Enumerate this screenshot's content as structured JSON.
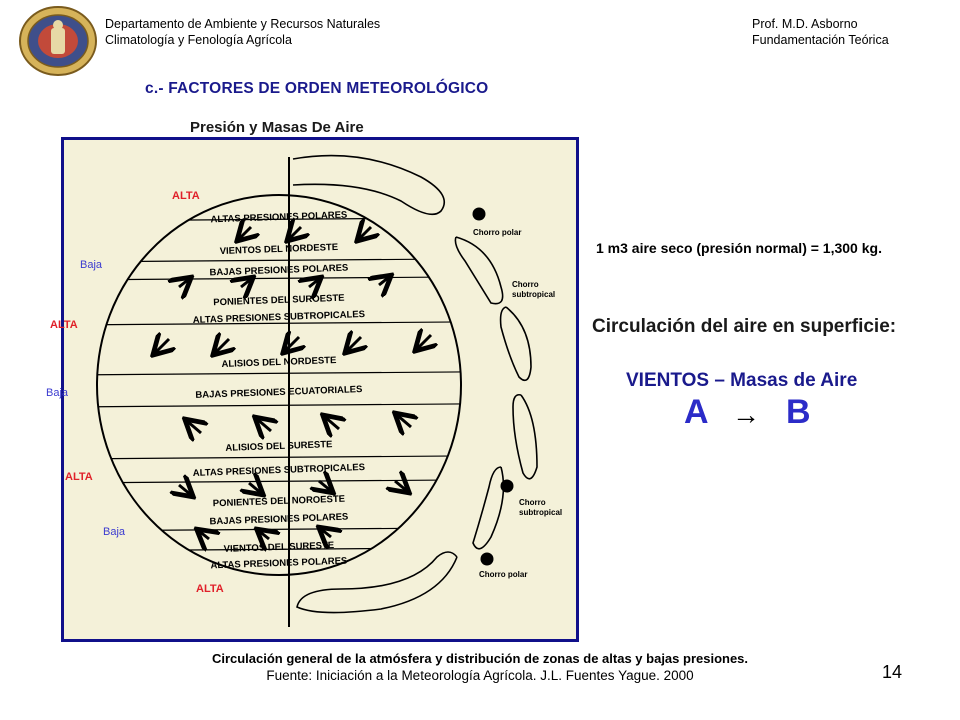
{
  "header": {
    "dept_line1": "Departamento de Ambiente y Recursos Naturales",
    "dept_line2": "Climatología y Fenología Agrícola",
    "prof_line1": "Prof. M.D. Asborno",
    "prof_line2": "Fundamentación Teórica"
  },
  "title": "c.- FACTORES DE ORDEN METEOROLÓGICO",
  "subtitle": "Presión y Masas De Aire",
  "side_labels": {
    "alta_1": "ALTA",
    "baja_1": "Baja",
    "alta_2": "ALTA",
    "baja_2": "Baja",
    "alta_3": "ALTA",
    "baja_3": "Baja",
    "alta_4": "ALTA"
  },
  "globe": {
    "bands": [
      "ALTAS PRESIONES POLARES",
      "VIENTOS DEL NORDESTE",
      "BAJAS PRESIONES POLARES",
      "PONIENTES DEL SUROESTE",
      "ALTAS PRESIONES SUBTROPICALES",
      "ALISIOS DEL NORDESTE",
      "BAJAS PRESIONES ECUATORIALES",
      "ALISIOS DEL SURESTE",
      "ALTAS PRESIONES SUBTROPICALES",
      "PONIENTES DEL NOROESTE",
      "BAJAS PRESIONES POLARES",
      "VIENTOS DEL SURESTE",
      "ALTAS PRESIONES POLARES"
    ],
    "jets": {
      "polar_n": "Chorro polar",
      "subtrop_n_1": "Chorro",
      "subtrop_n_2": "subtropical",
      "subtrop_s_1": "Chorro",
      "subtrop_s_2": "subtropical",
      "polar_s": "Chorro polar"
    }
  },
  "note": "1 m3 aire seco (presión normal) = 1,300 kg.",
  "circulacion": "Circulación del aire en superficie:",
  "vientos": "VIENTOS – Masas de Aire",
  "a_letter": "A",
  "arrow_symbol": "→",
  "b_letter": "B",
  "caption": "Circulación general de la atmósfera y distribución de zonas de altas y bajas presiones.",
  "source": "Fuente: Iniciación a la Meteorología Agrícola.  J.L.  Fuentes Yague. 2000",
  "page_number": "14",
  "colors": {
    "title": "#1a1a8c",
    "alta": "#e0212a",
    "baja": "#3b3bd0",
    "frame": "#10108a",
    "letters": "#2b2bc8"
  }
}
